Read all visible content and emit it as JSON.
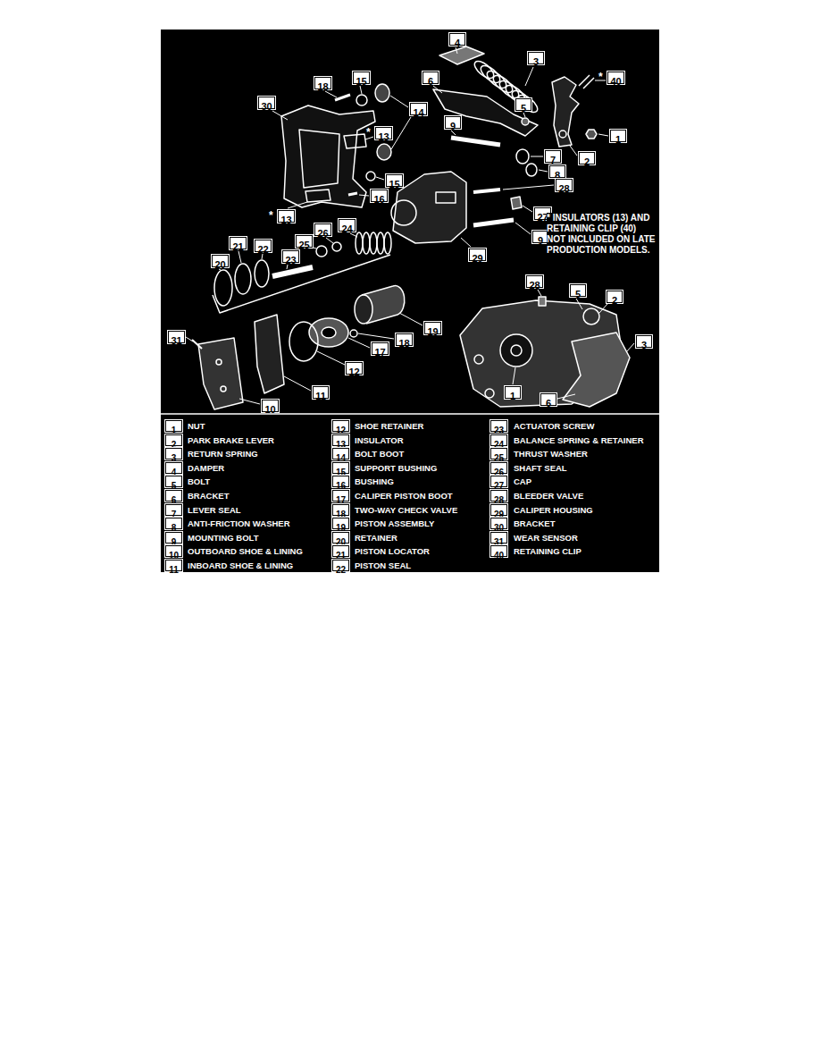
{
  "diagram": {
    "nodes": [
      {
        "text": [
          "4"
        ]
      },
      {
        "text": [
          "3"
        ]
      },
      {
        "text": [
          "40"
        ]
      },
      {
        "text": [
          "6"
        ]
      },
      {
        "text": [
          "15"
        ]
      },
      {
        "text": [
          "18"
        ]
      },
      {
        "text": [
          "30"
        ]
      },
      {
        "text": [
          "14"
        ]
      },
      {
        "text": [
          "5"
        ]
      },
      {
        "text": [
          "9"
        ]
      },
      {
        "text": [
          "1"
        ]
      },
      {
        "text": [
          "13"
        ]
      },
      {
        "text": [
          "2"
        ]
      },
      {
        "text": [
          "7"
        ]
      },
      {
        "text": [
          "8"
        ]
      },
      {
        "text": [
          "15"
        ]
      },
      {
        "text": [
          "28"
        ]
      },
      {
        "text": [
          "16"
        ]
      },
      {
        "text": [
          "13"
        ]
      },
      {
        "text": [
          "27"
        ]
      },
      {
        "text": [
          "24"
        ]
      },
      {
        "text": [
          "26"
        ]
      },
      {
        "text": [
          "9"
        ]
      },
      {
        "text": [
          "21"
        ]
      },
      {
        "text": [
          "25"
        ]
      },
      {
        "text": [
          "22"
        ]
      },
      {
        "text": [
          "29"
        ]
      },
      {
        "text": [
          "23"
        ]
      },
      {
        "text": [
          "20"
        ]
      },
      {
        "text": [
          "28"
        ]
      },
      {
        "text": [
          "5"
        ]
      },
      {
        "text": [
          "2"
        ]
      },
      {
        "text": [
          "19"
        ]
      },
      {
        "text": [
          "31"
        ]
      },
      {
        "text": [
          "18"
        ]
      },
      {
        "text": [
          "3"
        ]
      },
      {
        "text": [
          "17"
        ]
      },
      {
        "text": [
          "12"
        ]
      },
      {
        "text": [
          "11"
        ]
      },
      {
        "text": [
          "1"
        ]
      },
      {
        "text": [
          "6"
        ]
      },
      {
        "text": [
          "10"
        ]
      },
      {
        "text": [
          "1"
        ]
      },
      {
        "text": [
          "2"
        ]
      },
      {
        "text": [
          "3"
        ]
      },
      {
        "text": [
          "4"
        ]
      },
      {
        "text": [
          "5"
        ]
      },
      {
        "text": [
          "6"
        ]
      },
      {
        "text": [
          "7"
        ]
      },
      {
        "text": [
          "8"
        ]
      },
      {
        "text": [
          "9"
        ]
      },
      {
        "text": [
          "10"
        ]
      },
      {
        "text": [
          "11"
        ]
      },
      {
        "text": [
          "12"
        ]
      },
      {
        "text": [
          "13"
        ]
      },
      {
        "text": [
          "14"
        ]
      },
      {
        "text": [
          "15"
        ]
      },
      {
        "text": [
          "16"
        ]
      },
      {
        "text": [
          "17"
        ]
      },
      {
        "text": [
          "18"
        ]
      },
      {
        "text": [
          "19"
        ]
      },
      {
        "text": [
          "20"
        ]
      },
      {
        "text": [
          "21"
        ]
      },
      {
        "text": [
          "22"
        ]
      },
      {
        "text": [
          "23"
        ]
      },
      {
        "text": [
          "24"
        ]
      },
      {
        "text": [
          "25"
        ]
      },
      {
        "text": [
          "26"
        ]
      },
      {
        "text": [
          "27"
        ]
      },
      {
        "text": [
          "28"
        ]
      },
      {
        "text": [
          "29"
        ]
      },
      {
        "text": [
          "30"
        ]
      },
      {
        "text": [
          "31"
        ]
      },
      {
        "text": [
          "40"
        ]
      }
    ],
    "labels": [
      "*",
      "*",
      "*",
      "* INSULATORS (13) AND RETAINING CLIP (40) NOT INCLUDED ON LATE PRODUCTION MODELS.",
      "NUT",
      "PARK BRAKE LEVER",
      "RETURN SPRING",
      "DAMPER",
      "BOLT",
      "BRACKET",
      "LEVER SEAL",
      "ANTI-FRICTION WASHER",
      "MOUNTING BOLT",
      "OUTBOARD SHOE & LINING",
      "INBOARD SHOE & LINING",
      "SHOE RETAINER",
      "INSULATOR",
      "BOLT BOOT",
      "SUPPORT BUSHING",
      "BUSHING",
      "CALIPER PISTON BOOT",
      "TWO-WAY CHECK VALVE",
      "PISTON ASSEMBLY",
      "RETAINER",
      "PISTON LOCATOR",
      "PISTON SEAL",
      "ACTUATOR SCREW",
      "BALANCE SPRING & RETAINER",
      "THRUST WASHER",
      "SHAFT SEAL",
      "CAP",
      "BLEEDER VALVE",
      "CALIPER HOUSING",
      "BRACKET",
      "WEAR SENSOR",
      "RETAINING CLIP"
    ]
  }
}
